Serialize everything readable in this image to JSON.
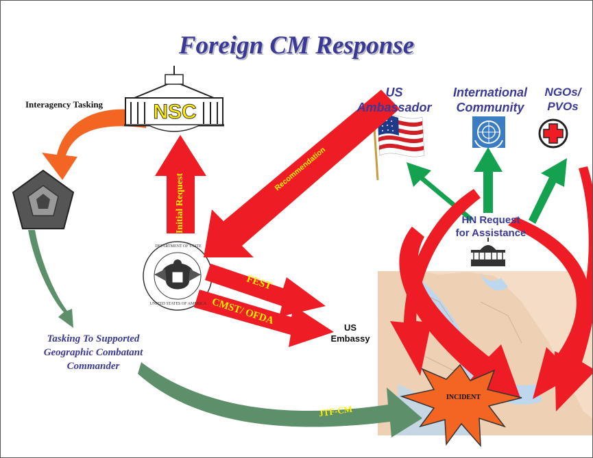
{
  "title": "Foreign CM Response",
  "labels": {
    "interagency": "Interagency Tasking",
    "nsc": "NSC",
    "initial_request": "Initial Request",
    "recommendation": "Recommendation",
    "us_ambassador_1": "US",
    "us_ambassador_2": "Ambassador",
    "intl_1": "International",
    "intl_2": "Community",
    "ngo_1": "NGOs/",
    "ngo_2": "PVOs",
    "hn_1": "HN Request",
    "hn_2": "for Assistance",
    "fest": "FEST",
    "cmst": "CMST/ OFDA",
    "embassy_1": "US",
    "embassy_2": "Embassy",
    "tasking_1": "Tasking To Supported",
    "tasking_2": "Geographic Combatant",
    "tasking_3": "Commander",
    "jtf": "JTF-CM",
    "incident": "INCIDENT",
    "seal_top": "DEPARTMENT OF STATE",
    "seal_bottom": "UNITED STATES OF AMERICA"
  },
  "colors": {
    "title": "#3a3a96",
    "red_arrow": "#ee1c24",
    "green_arrow": "#14a150",
    "orange_arrow": "#f26522",
    "jtf_arrow": "#5e8f6b",
    "nsc_text": "#ffee00",
    "arrow_text": "#ffee00",
    "incident_fill": "#f26522"
  }
}
